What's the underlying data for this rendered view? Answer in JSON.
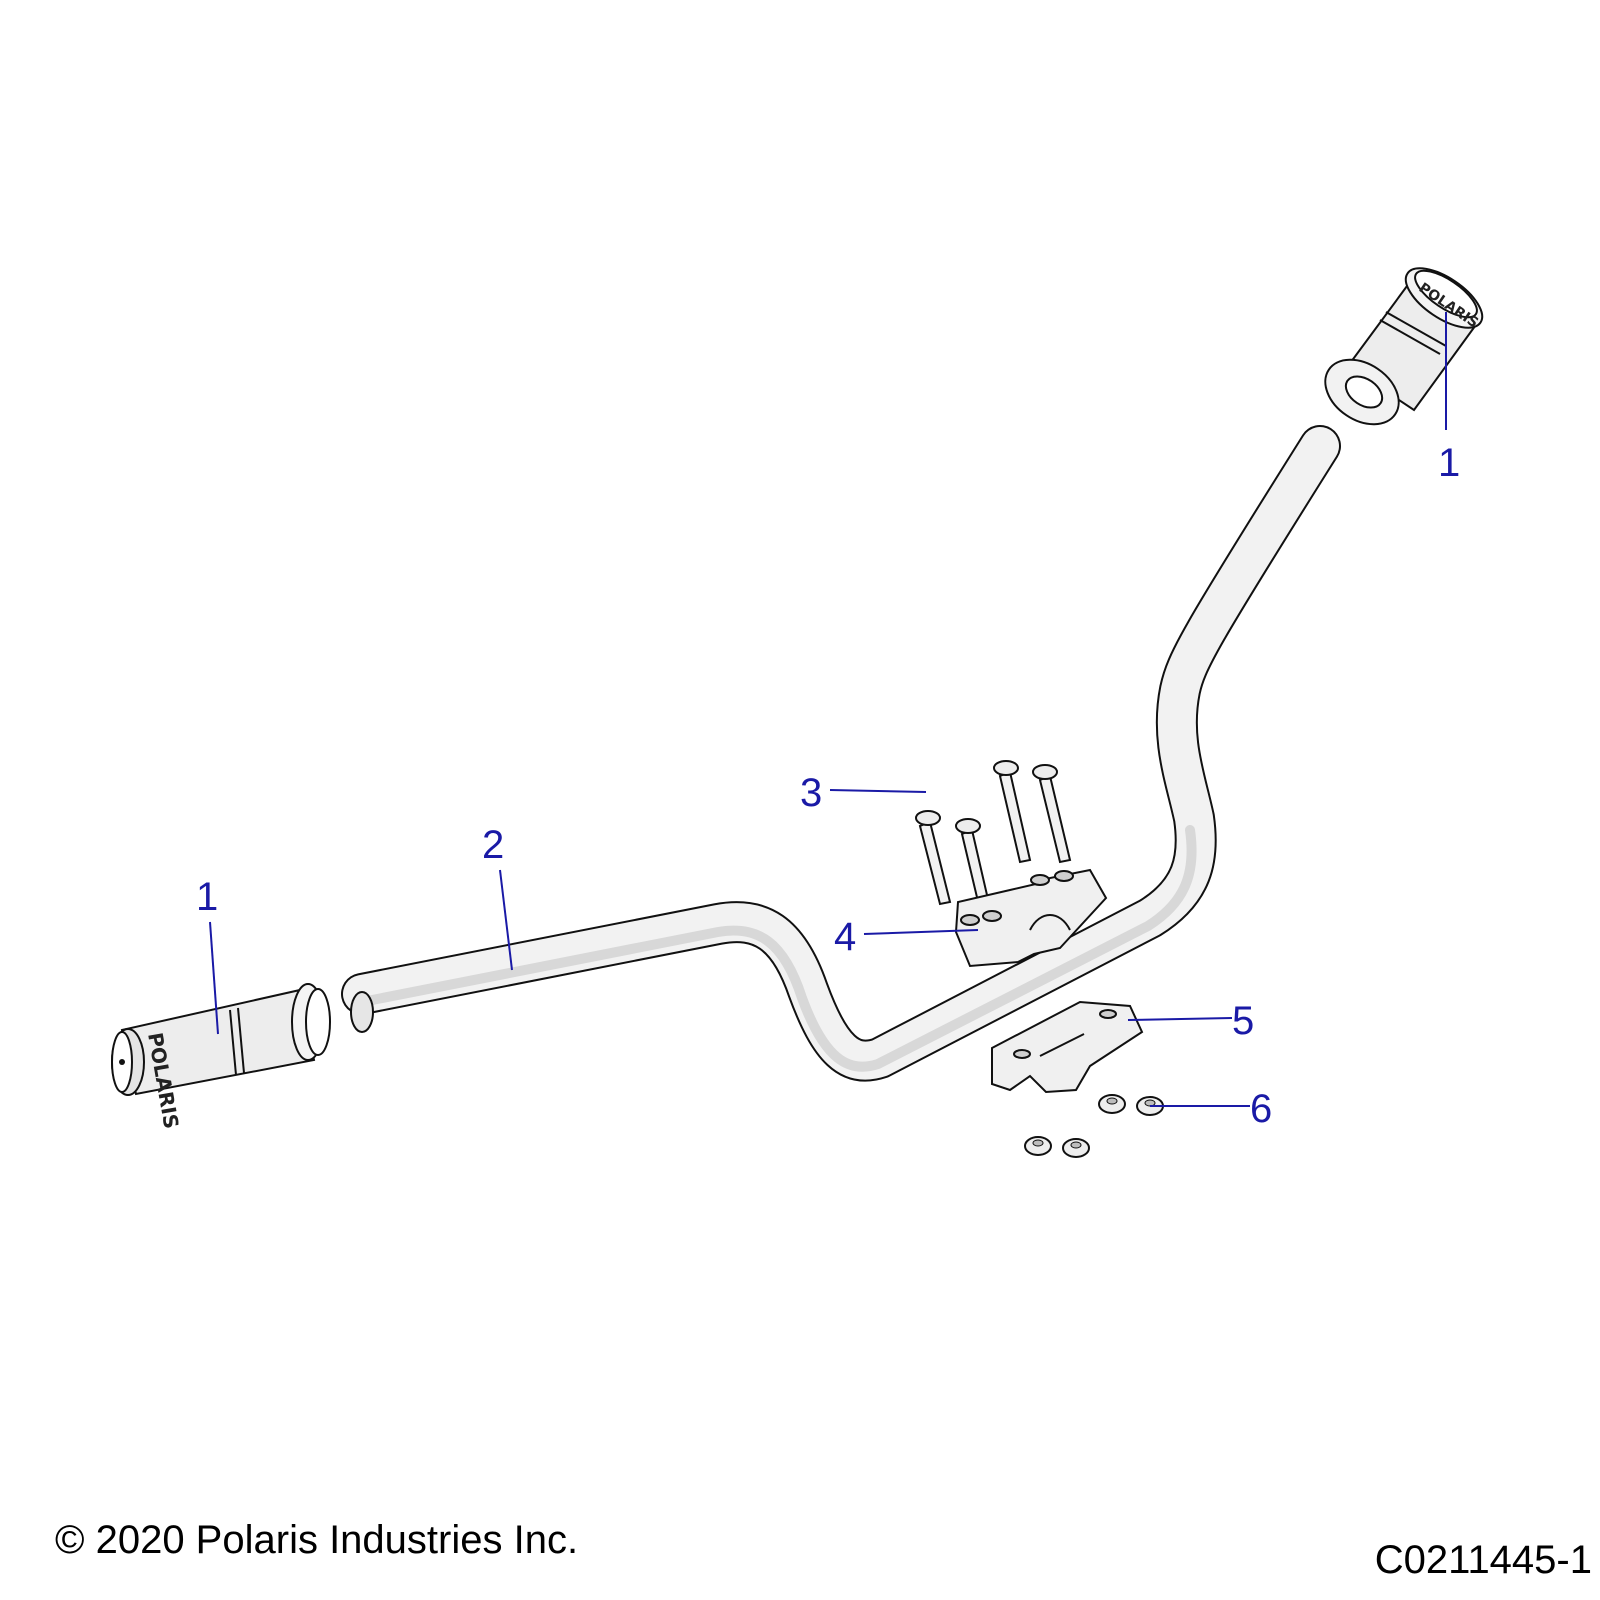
{
  "colors": {
    "callout": "#1a1aa6",
    "outline": "#111111",
    "part_fill": "#f2f2f2",
    "part_shade": "#cfcfcf"
  },
  "callouts": [
    {
      "id": "grip-left",
      "label": "1"
    },
    {
      "id": "handlebar",
      "label": "2"
    },
    {
      "id": "bolts",
      "label": "3"
    },
    {
      "id": "upper-clamp",
      "label": "4"
    },
    {
      "id": "lower-clamp",
      "label": "5"
    },
    {
      "id": "nuts",
      "label": "6"
    },
    {
      "id": "grip-right",
      "label": "1"
    }
  ],
  "grip_branding": "POLARIS",
  "footer": {
    "copyright": "© 2020 Polaris Industries Inc.",
    "figure_id": "C0211445-1"
  }
}
